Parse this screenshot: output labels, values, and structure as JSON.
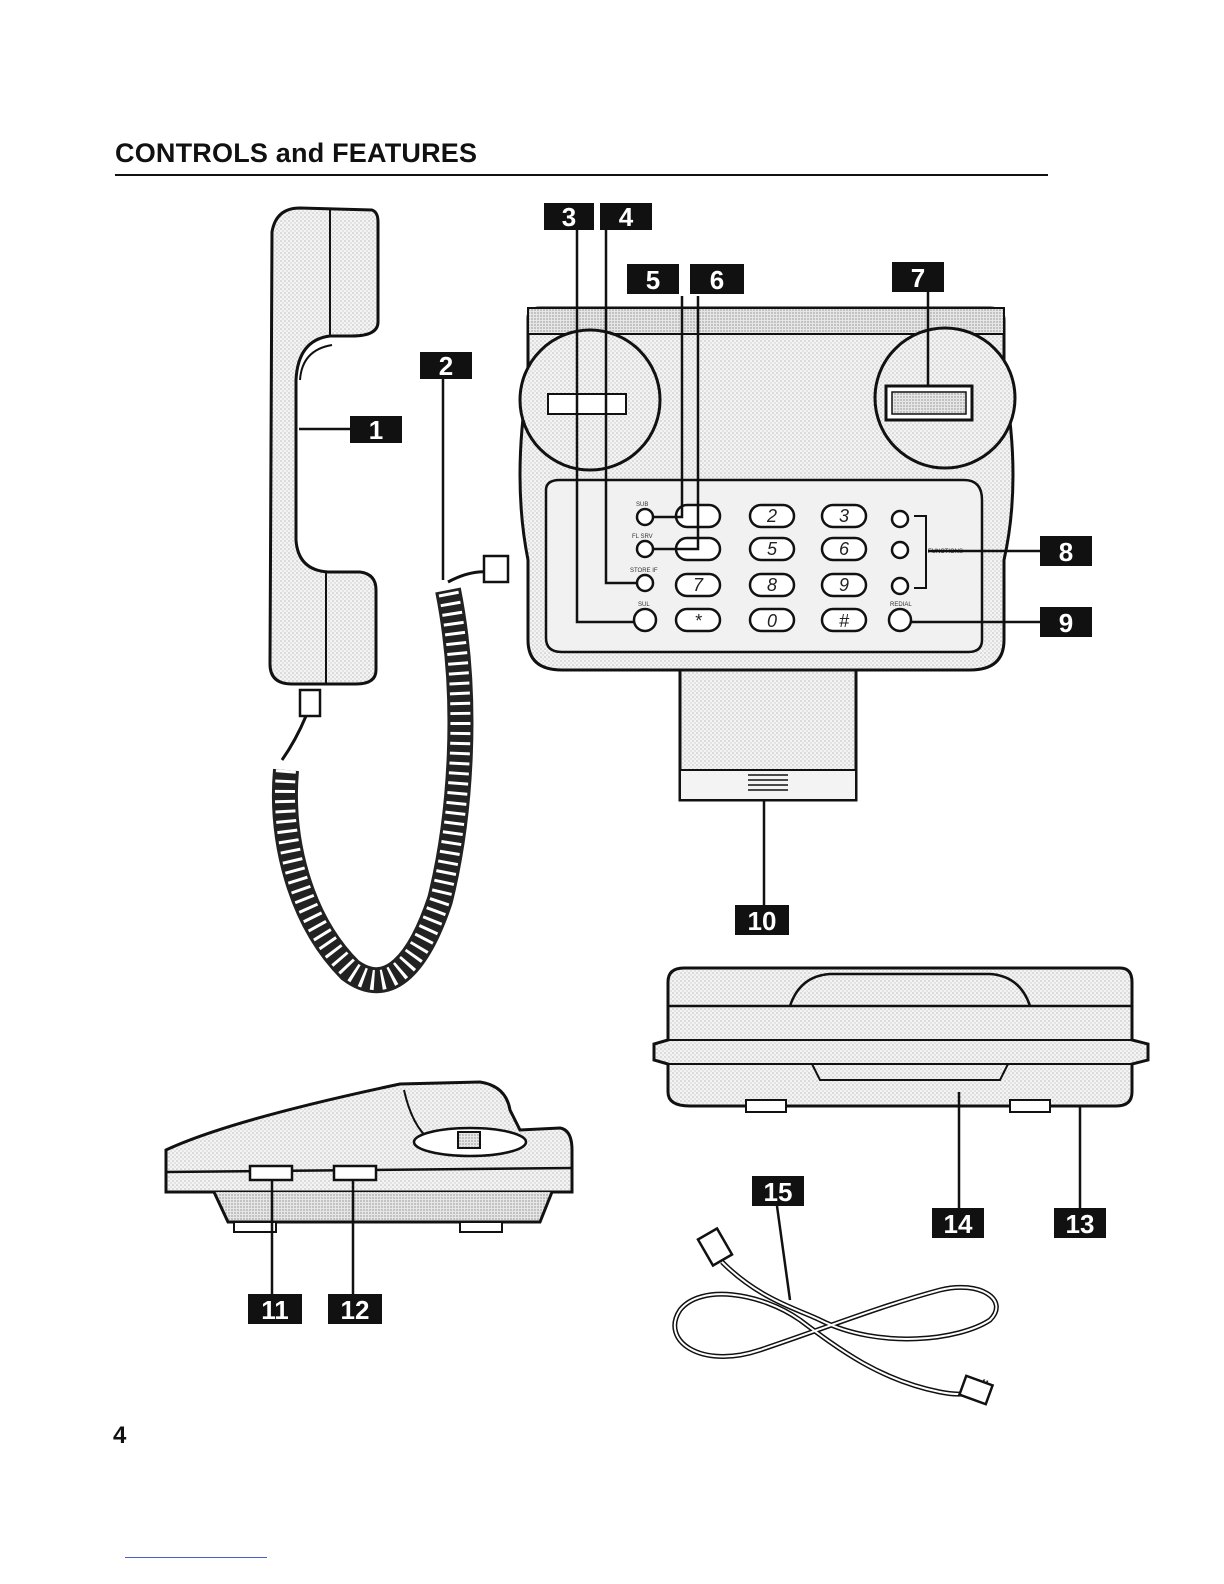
{
  "header": {
    "title": "CONTROLS and FEATURES"
  },
  "footer": {
    "page_number": "4"
  },
  "keypad": {
    "keys": [
      "2",
      "3",
      "5",
      "6",
      "7",
      "8",
      "9",
      "*",
      "0",
      "#"
    ]
  },
  "callouts": [
    "1",
    "2",
    "3",
    "4",
    "5",
    "6",
    "7",
    "8",
    "9",
    "10",
    "11",
    "12",
    "13",
    "14",
    "15"
  ]
}
